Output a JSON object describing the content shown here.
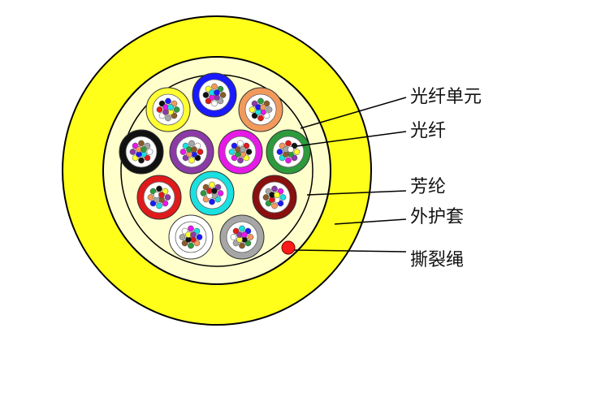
{
  "labels": {
    "unit": "光纤单元",
    "fiber": "光纤",
    "aramid": "芳纶",
    "jacket": "外护套",
    "ripcord": "撕裂绳"
  },
  "colors": {
    "jacket": "#ffff1a",
    "inner_fill": "#ffffcc",
    "outline": "#000000",
    "ripcord": "#ff1a1a",
    "leader": "#000000"
  },
  "units": [
    {
      "name": "unit-yellow",
      "color": "#ffff33"
    },
    {
      "name": "unit-blue",
      "color": "#1a1aff"
    },
    {
      "name": "unit-orange",
      "color": "#f29a5c"
    },
    {
      "name": "unit-black",
      "color": "#111111"
    },
    {
      "name": "unit-purple",
      "color": "#8c3aa6"
    },
    {
      "name": "unit-magenta",
      "color": "#e61ae6"
    },
    {
      "name": "unit-green",
      "color": "#2d9a3c"
    },
    {
      "name": "unit-red",
      "color": "#e01a1a"
    },
    {
      "name": "unit-cyan",
      "color": "#1ae0e0"
    },
    {
      "name": "unit-darkred",
      "color": "#8a0f0f"
    },
    {
      "name": "unit-white",
      "color": "#ffffff"
    },
    {
      "name": "unit-gray",
      "color": "#a6a6a6"
    }
  ],
  "fiber_colors": [
    "#1a1aff",
    "#f29a5c",
    "#2d9a3c",
    "#8b5a2b",
    "#a6a6a6",
    "#ffffff",
    "#e01a1a",
    "#111111",
    "#ffff33",
    "#8c3aa6",
    "#e61ae6",
    "#1ae0e0"
  ]
}
